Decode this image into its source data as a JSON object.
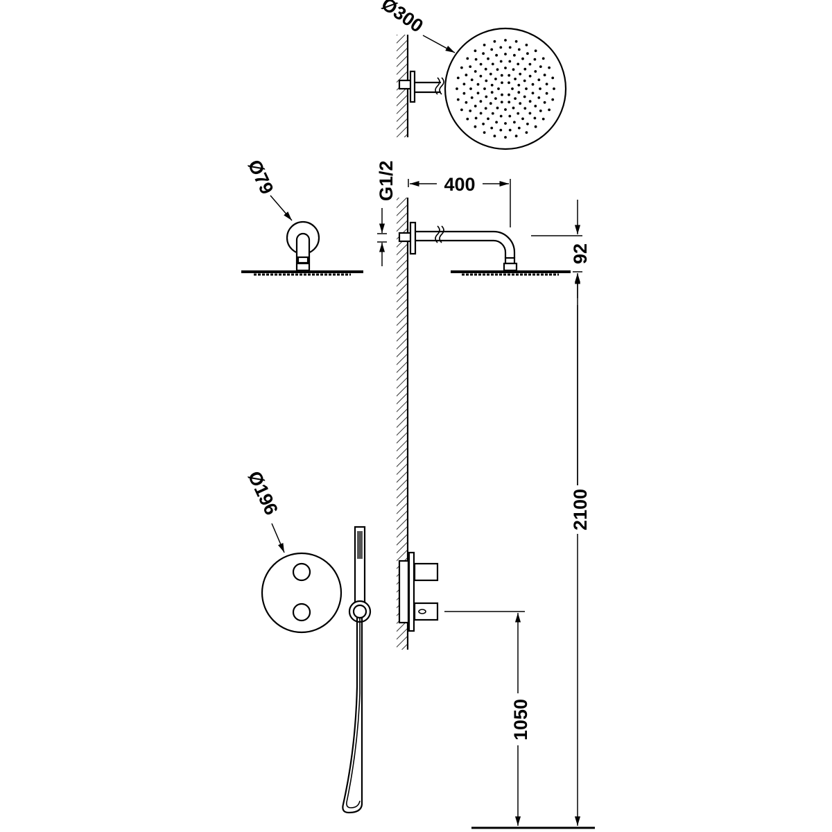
{
  "diagram": {
    "subject": "Shower kit installation dimensions",
    "colors": {
      "line": "#000000",
      "background": "#ffffff"
    },
    "components": [
      {
        "id": "rain-shower-head-front",
        "label": "Ø300",
        "description": "Round rain shower head, front view"
      },
      {
        "id": "wall-arm-side",
        "label": "Ø79",
        "description": "Wall flange with shower arm, front view"
      },
      {
        "id": "thermostatic-mixer-front",
        "label": "Ø196",
        "description": "Round built-in mixer plate with two handles"
      },
      {
        "id": "hand-shower",
        "label": "",
        "description": "Hand shower with hose and wall outlet holder"
      }
    ],
    "dimensions": {
      "head_diameter": "Ø300",
      "flange_diameter": "Ø79",
      "mixer_diameter": "Ø196",
      "thread": "G1/2",
      "arm_projection": "400",
      "head_drop": "92",
      "head_height": "2100",
      "mixer_height": "1050"
    }
  }
}
